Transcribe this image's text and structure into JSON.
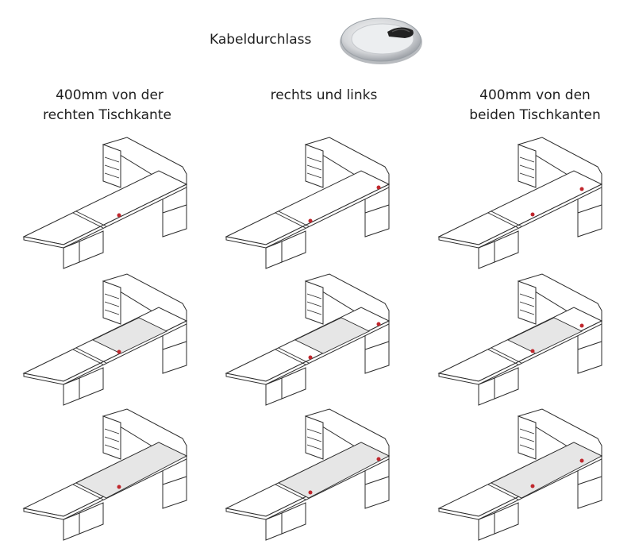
{
  "header": {
    "title": "Kabeldurchlass"
  },
  "columns": [
    {
      "label_line1": "400mm von der",
      "label_line2": "rechten Tischkante",
      "grommet": "right"
    },
    {
      "label_line1": "rechts und links",
      "label_line2": "",
      "grommet": "both"
    },
    {
      "label_line1": "400mm von den",
      "label_line2": "beiden Tischkanten",
      "grommet": "both-edges"
    }
  ],
  "rows": [
    {
      "extension": "none"
    },
    {
      "extension": "middle"
    },
    {
      "extension": "full"
    }
  ],
  "colors": {
    "line": "#2b2b2b",
    "grommet": "#c0272d",
    "shaded_panel": "#e6e6e6"
  }
}
